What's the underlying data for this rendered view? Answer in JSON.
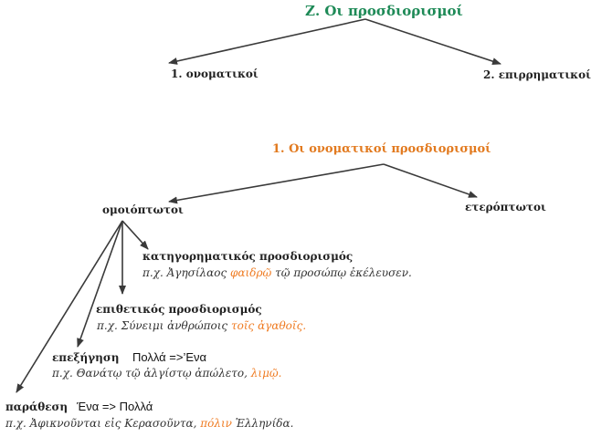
{
  "colors": {
    "green_heading": "#1e8a57",
    "orange_heading": "#e27a1f",
    "highlight": "#ef7b22",
    "arrows": "#3a3a3a",
    "text": "#222222"
  },
  "section_z": {
    "title": "Ζ. Οι προσδιορισμοί",
    "left": "1. ονοματικοί",
    "right": "2. επιρρηματικοί"
  },
  "section_1": {
    "title": "1. Οι ονοματικοί προσδιορισμοί",
    "left": "ομοιόπτωτοι",
    "right": "ετερόπτωτοι"
  },
  "items": {
    "kategorimatikos": {
      "heading": "κατηγορηματικός προσδιορισμός",
      "ex_prefix": "π.χ. Ἀγησίλαος",
      "ex_hl": "φαιδρῷ",
      "ex_suffix": "τῷ προσώπῳ ἐκέλευσεν."
    },
    "epithetikos": {
      "heading": "επιθετικός προσδιορισμός",
      "ex_prefix": "π.χ. Σύνειμι ἀνθρώποις",
      "ex_hl": "τοῖς ἀγαθοῖς."
    },
    "epexigisi": {
      "heading": "επεξήγηση",
      "note": "Πολλά =>’Ενα",
      "ex_prefix": "π.χ. Θανάτῳ τῷ ἀλγίστῳ ἀπώλετο,",
      "ex_hl": "λιμῷ."
    },
    "parathesi": {
      "heading": "παράθεση",
      "note": "Ένα => Πολλά",
      "ex_prefix": "π.χ. Ἀφικνοῦνται εἰς Κερασοῦντα,",
      "ex_hl": "πόλιν",
      "ex_suffix": "Ἑλληνίδα."
    }
  }
}
